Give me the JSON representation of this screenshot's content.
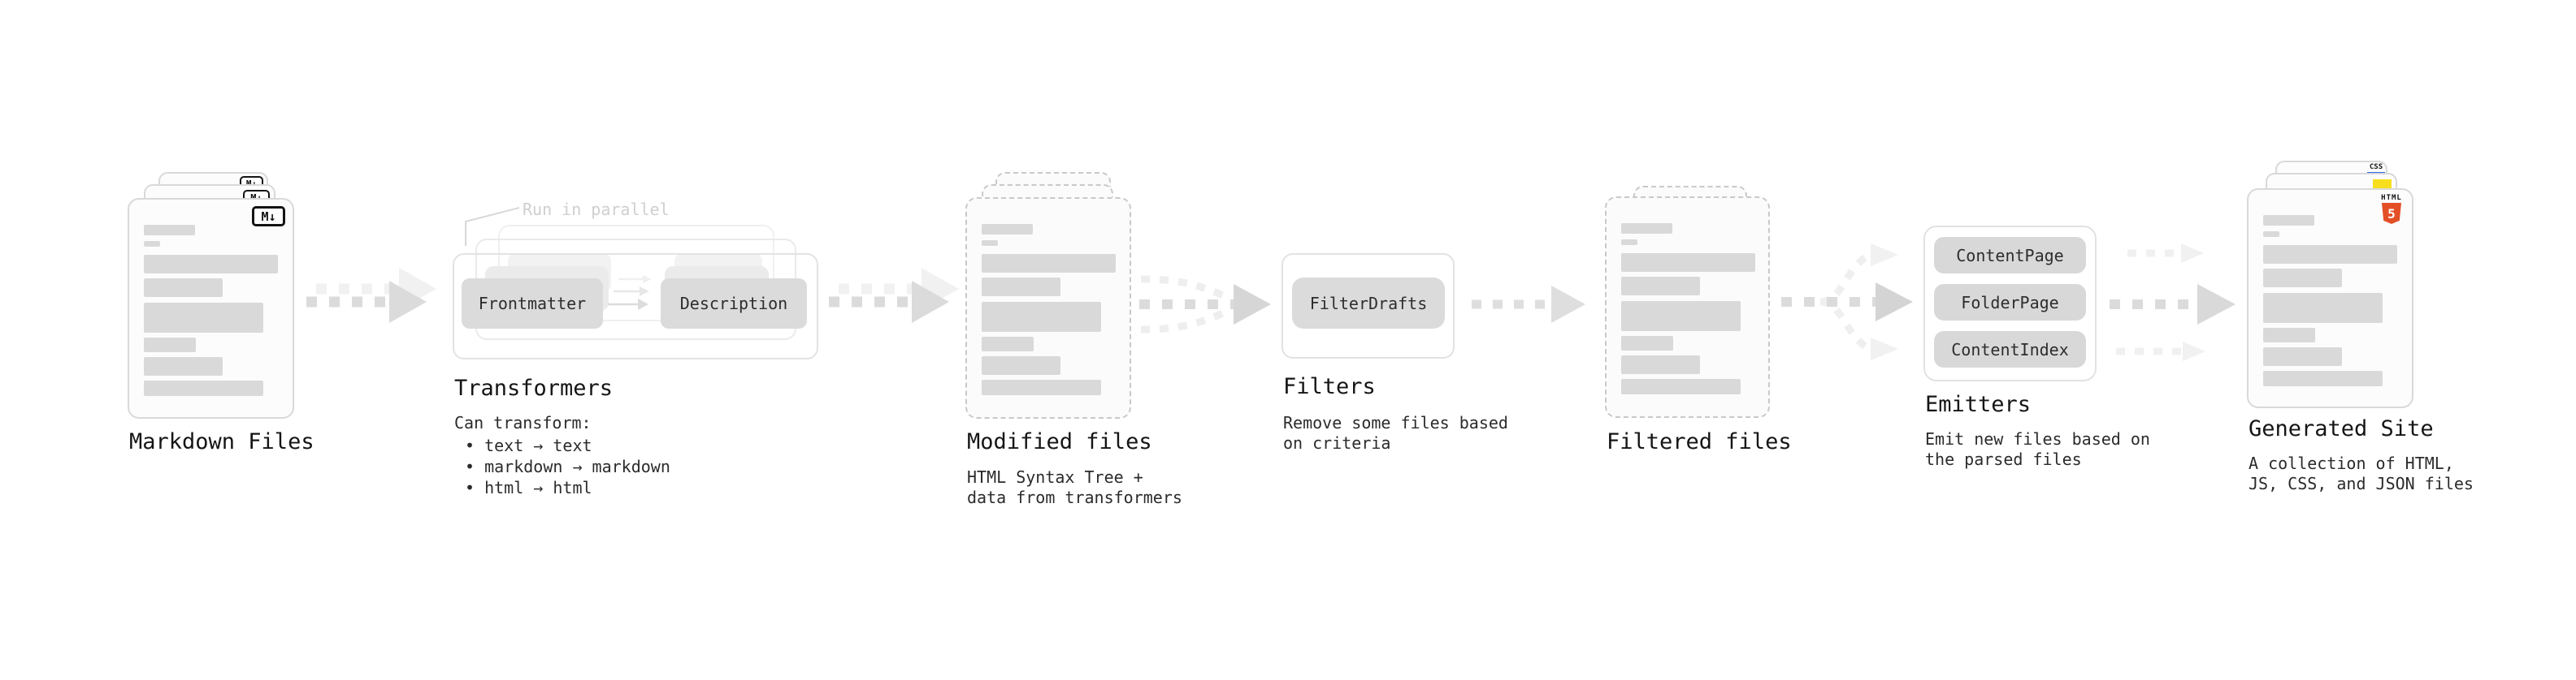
{
  "stages": {
    "markdown_files": {
      "title": "Markdown Files",
      "badge": "M↓"
    },
    "transformers": {
      "parallel_note": "Run in parallel",
      "source_chip": "Frontmatter",
      "target_chip": "Description",
      "title": "Transformers",
      "desc_heading": "Can transform:",
      "bullet_1": "• text → text",
      "bullet_2": "• markdown → markdown",
      "bullet_3": "• html → html"
    },
    "modified_files": {
      "title": "Modified files",
      "desc_line1": "HTML Syntax Tree +",
      "desc_line2": "data from transformers"
    },
    "filters": {
      "title": "Filters",
      "chip": "FilterDrafts",
      "desc_line1": "Remove some files based",
      "desc_line2": "on criteria"
    },
    "filtered_files": {
      "title": "Filtered files"
    },
    "emitters": {
      "title": "Emitters",
      "chip_1": "ContentPage",
      "chip_2": "FolderPage",
      "chip_3": "ContentIndex",
      "desc_line1": "Emit new files based on",
      "desc_line2": "the parsed files"
    },
    "generated_site": {
      "title": "Generated Site",
      "desc_line1": "A collection of HTML,",
      "desc_line2": "JS, CSS, and JSON files",
      "badge_css": "CSS",
      "badge_html_label": "HTML",
      "badge_html_number": "5"
    }
  },
  "colors": {
    "html5_orange": "#e34f26",
    "js_yellow": "#f7df1e",
    "css_blue": "#2b66e8",
    "skeleton_bar": "#d9d9d9",
    "chip_fill": "#dbdbdb",
    "arrow_dark": "#dbdbdb",
    "arrow_light": "#f1f1f1"
  }
}
